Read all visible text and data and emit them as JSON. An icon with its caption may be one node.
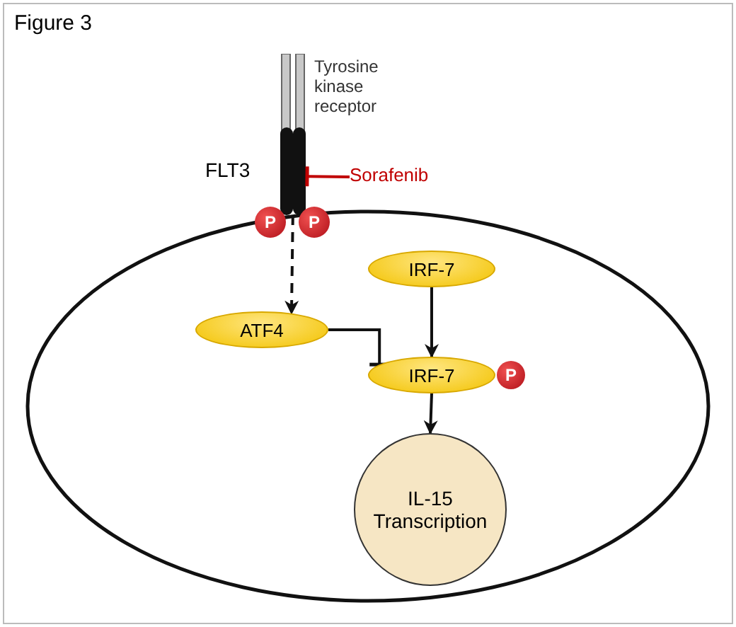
{
  "diagram": {
    "title": "Figure 3",
    "nodes": [
      {
        "text": [],
        "shape": "circle"
      },
      {
        "text": [
          "FLT3"
        ],
        "beside": [
          "Tyrosine kinase receptor"
        ]
      },
      {
        "text": [
          "P"
        ]
      },
      {
        "text": [
          "P"
        ]
      },
      {
        "text": [
          "Sorafenib"
        ]
      },
      {
        "text": [
          "ATF4"
        ],
        "in": 0
      },
      {
        "text": [
          "IRF-7"
        ],
        "in": 0
      },
      {
        "text": [
          "IRF-7"
        ],
        "in": 0
      },
      {
        "text": [
          "P"
        ],
        "in": 0
      },
      {
        "text": [
          "IL-15 Transcription"
        ],
        "in": 0
      }
    ],
    "edges": [
      {
        "from": 4,
        "to": 1,
        "arrow": "other",
        "color": "#c00000"
      },
      {
        "from": 1,
        "to": 5,
        "arrow": "to",
        "style": "dashed"
      },
      {
        "from": 5,
        "to": 7,
        "arrow": "other"
      },
      {
        "from": 6,
        "to": 7,
        "arrow": "to"
      },
      {
        "from": 7,
        "to": 9,
        "arrow": "to"
      }
    ]
  }
}
